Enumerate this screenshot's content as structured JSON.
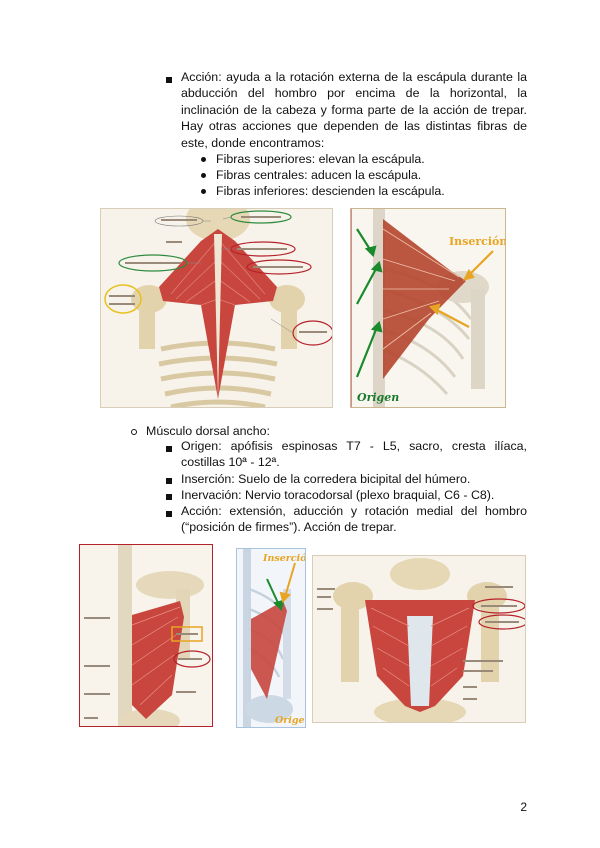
{
  "accion_block": {
    "label": "Acción:",
    "text": "ayuda a la rotación externa de la escápula durante la abducción del hombro por encima de la horizontal, la inclinación de la cabeza y forma parte de la acción de trepar. Hay otras acciones que dependen de las distintas fibras de este, donde encontramos:",
    "sub_items": [
      "Fibras superiores: elevan la escápula.",
      "Fibras centrales: aducen la escápula.",
      "Fibras inferiores: descienden la escápula."
    ]
  },
  "figures_top": {
    "trapezius_labels": {
      "insercion": "Inserción",
      "origen": "Origen"
    }
  },
  "dorsal": {
    "heading": "Músculo dorsal ancho:",
    "items": [
      "Origen: apófisis espinosas T7 - L5, sacro, cresta ilíaca, costillas 10ª - 12ª.",
      "Inserción: Suelo de la corredera bicipital del húmero.",
      "Inervación: Nervio toracodorsal (plexo braquial, C6 - C8).",
      "Acción: extensión, aducción y rotación medial del hombro (“posición de firmes”). Acción de trepar."
    ],
    "figure_labels": {
      "insercion": "Inserción",
      "origen": "Origen"
    }
  },
  "page_number": "2",
  "colors": {
    "muscle": "#c8463e",
    "bone": "#e8dcc0",
    "frame_red": "#b5222b",
    "frame_tan": "#d6b07a",
    "label_orange": "#e8a423",
    "label_green": "#1a7a2c"
  }
}
